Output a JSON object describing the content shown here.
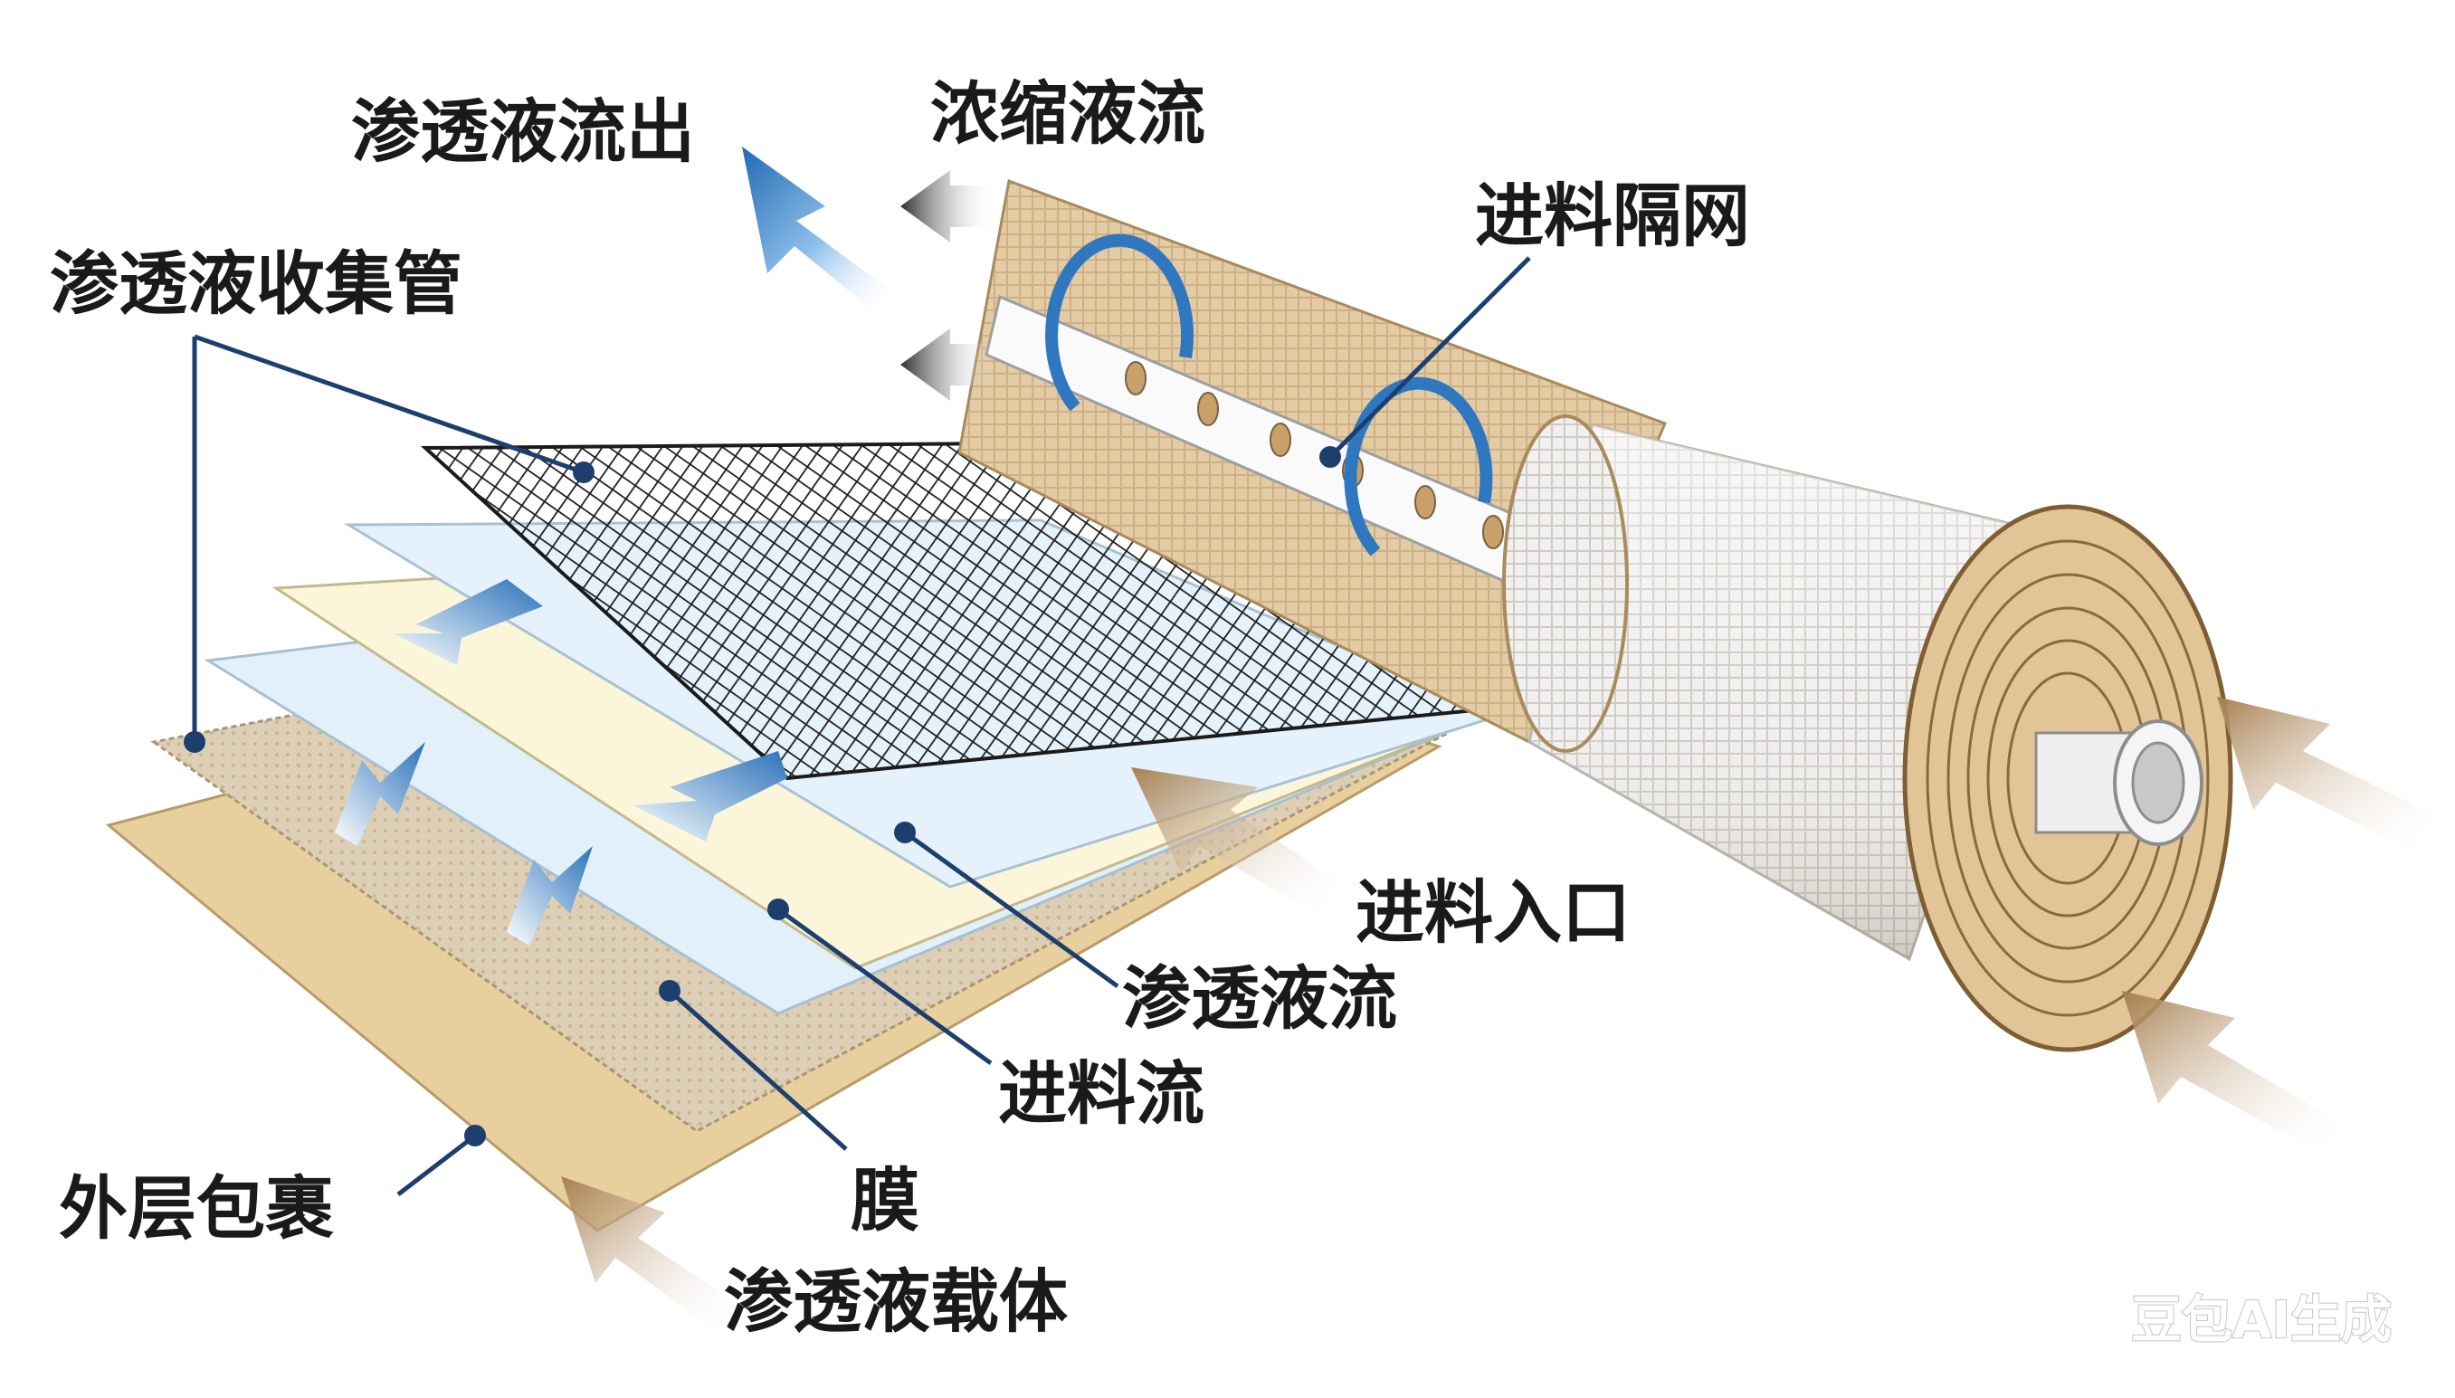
{
  "labels": {
    "permeate_out": "渗透液流出",
    "concentrate": "浓缩液流",
    "feed_spacer": "进料隔网",
    "collection_tube": "渗透液收集管",
    "feed_inlet": "进料入口",
    "permeate_flow": "渗透液流",
    "feed_flow": "进料流",
    "outer_wrap": "外层包裹",
    "membrane": "膜",
    "permeate_carrier": "渗透液载体"
  },
  "watermark": "豆包AI生成",
  "colors": {
    "leader_line": "#1d3f6e",
    "permeate_arrow": "#2f78c0",
    "concentrate_arrow": "#3c3c3c",
    "feed_arrow": "#b08a5c",
    "outer_wrap": "#e8cf9c",
    "carrier": "#dccdb0",
    "membrane": "#fbf6dd",
    "permeate_sheet": "#e3f1fb",
    "spacer_mesh": "#1f1f1f",
    "roll_gauze": "#eeeeec",
    "roll_core": "#e2c596"
  },
  "icons": [
    "permeate-out-arrow-icon",
    "concentrate-arrow-icon",
    "feed-inlet-arrow-icon",
    "rotation-arrow-icon",
    "flow-arrow-icon"
  ]
}
